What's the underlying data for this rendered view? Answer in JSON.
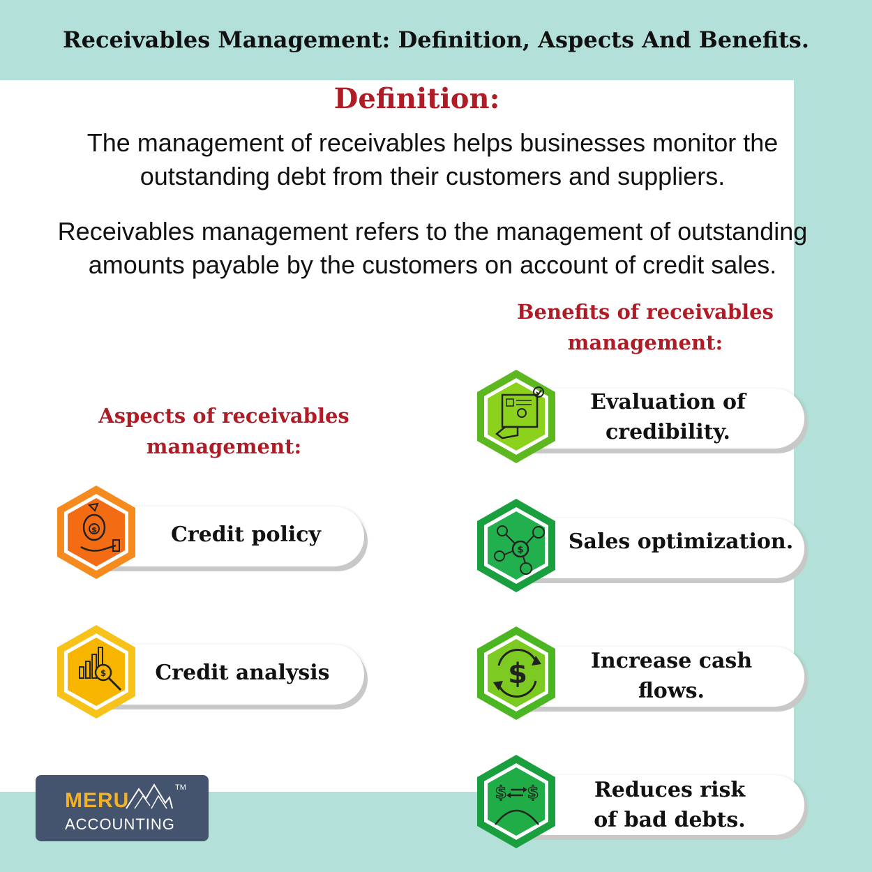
{
  "title": "Receivables Management: Definition, Aspects And Benefits.",
  "definition": {
    "heading": "Definition:",
    "paragraph1_line1": "The management of receivables helps businesses monitor the",
    "paragraph1_line2": "outstanding debt from their customers and suppliers.",
    "paragraph2_line1": "Receivables management refers to the management of outstanding",
    "paragraph2_line2": "amounts payable by the customers on account of credit sales."
  },
  "aspects": {
    "heading_line1": "Aspects of receivables",
    "heading_line2": "management:",
    "items": [
      {
        "label": "Credit policy",
        "icon": "money-bag-hand-icon",
        "color": "#f36b12"
      },
      {
        "label": "Credit analysis",
        "icon": "chart-magnifier-icon",
        "color": "#f7b500"
      }
    ]
  },
  "benefits": {
    "heading_line1": "Benefits of receivables",
    "heading_line2": "management:",
    "items": [
      {
        "line1": "Evaluation of",
        "line2": "credibility.",
        "icon": "evaluation-screen-icon",
        "color": "#6cc21e"
      },
      {
        "line1": "Sales optimization.",
        "line2": "",
        "icon": "network-dollar-icon",
        "color": "#18a84a"
      },
      {
        "line1": "Increase cash",
        "line2": "flows.",
        "icon": "cash-flow-dollar-icon",
        "color": "#5bbf22"
      },
      {
        "line1": "Reduces risk",
        "line2": "of bad debts.",
        "icon": "risk-exchange-icon",
        "color": "#1a9f3f"
      }
    ]
  },
  "logo": {
    "brand": "MERU",
    "sub": "ACCOUNTING",
    "tm": "TM"
  },
  "colors": {
    "accent": "#b01c26",
    "background": "#b3e0d8"
  }
}
